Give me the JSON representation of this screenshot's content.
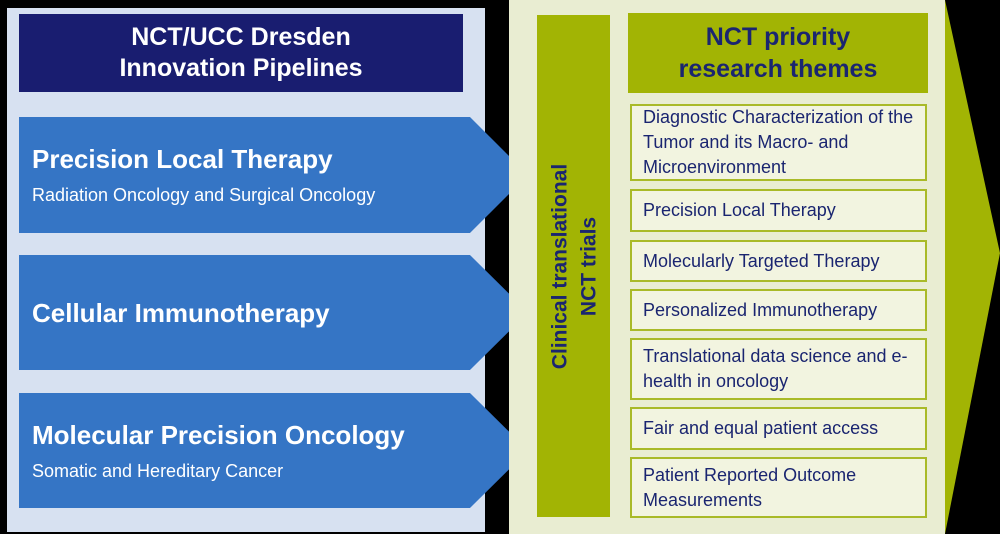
{
  "colors": {
    "navy_box": "#191d70",
    "navy_text": "#1a2570",
    "blue_arrow": "#3575c5",
    "light_blue_panel": "#d7e1f1",
    "olive_green": "#a2b404",
    "light_olive_panel": "#e9edd2",
    "theme_box_fill": "#f2f4e0",
    "theme_box_border": "#a9ba28",
    "white_text": "#ffffff"
  },
  "left_panel": {
    "title_line1": "NCT/UCC Dresden",
    "title_line2": "Innovation Pipelines",
    "pipelines": [
      {
        "title": "Precision Local Therapy",
        "subtitle": "Radiation Oncology and Surgical Oncology"
      },
      {
        "title": "Cellular Immunotherapy"
      },
      {
        "title": "Molecular Precision Oncology",
        "subtitle": "Somatic and Hereditary Cancer"
      }
    ]
  },
  "middle_bar": {
    "line1": "Clinical translational",
    "line2": "NCT trials"
  },
  "right_panel": {
    "header_line1": "NCT priority",
    "header_line2": "research themes",
    "themes": [
      "Diagnostic Characterization of the Tumor and its Macro- and Microenvironment",
      "Precision Local Therapy",
      "Molecularly Targeted Therapy",
      "Personalized Immunotherapy",
      "Translational data science and e-health in oncology",
      "Fair and equal patient access",
      "Patient Reported Outcome Measurements"
    ]
  }
}
